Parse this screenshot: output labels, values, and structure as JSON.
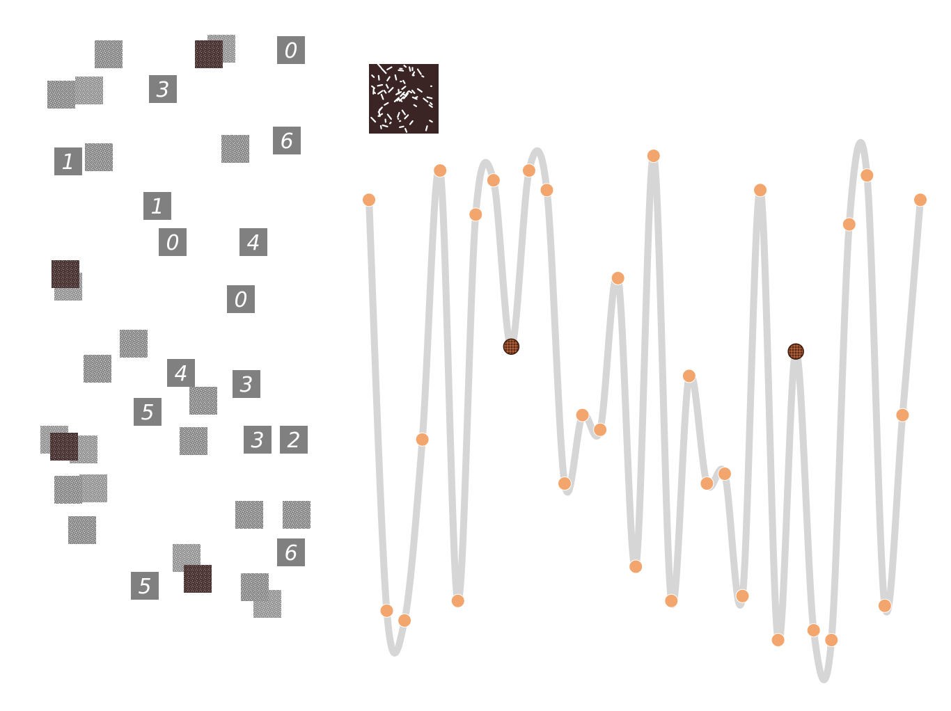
{
  "colors": {
    "background": "#ffffff",
    "tile_gray": "#808080",
    "tile_dark": "#4a3535",
    "preview_dark": "#3b2424",
    "curve": "#d6d6d6",
    "point": "#f2a66d",
    "point_stroke": "#ffffff",
    "selected_point": "#8a4a2a"
  },
  "thumbnails": [
    {
      "digit": "",
      "noisy": true,
      "dark": false
    },
    {
      "digit": "",
      "noisy": true,
      "dark": true
    },
    {
      "digit": "0",
      "noisy": false,
      "dark": false
    },
    {
      "digit": "",
      "noisy": true,
      "dark": false
    },
    {
      "digit": "3",
      "noisy": false,
      "dark": false
    },
    {
      "digit": "",
      "noisy": true,
      "dark": false
    },
    {
      "digit": "6",
      "noisy": false,
      "dark": false
    },
    {
      "digit": "1",
      "noisy": false,
      "dark": false
    },
    {
      "digit": "",
      "noisy": true,
      "dark": false
    },
    {
      "digit": "1",
      "noisy": false,
      "dark": false
    },
    {
      "digit": "0",
      "noisy": false,
      "dark": false
    },
    {
      "digit": "4",
      "noisy": false,
      "dark": false
    },
    {
      "digit": "",
      "noisy": true,
      "dark": true
    },
    {
      "digit": "0",
      "noisy": false,
      "dark": false
    },
    {
      "digit": "",
      "noisy": true,
      "dark": false
    },
    {
      "digit": "",
      "noisy": true,
      "dark": false
    },
    {
      "digit": "4",
      "noisy": false,
      "dark": false
    },
    {
      "digit": "3",
      "noisy": false,
      "dark": false
    },
    {
      "digit": "5",
      "noisy": false,
      "dark": false
    },
    {
      "digit": "",
      "noisy": true,
      "dark": false
    },
    {
      "digit": "",
      "noisy": true,
      "dark": true
    },
    {
      "digit": "",
      "noisy": true,
      "dark": false
    },
    {
      "digit": "3",
      "noisy": false,
      "dark": false
    },
    {
      "digit": "2",
      "noisy": false,
      "dark": false
    },
    {
      "digit": "",
      "noisy": true,
      "dark": false
    },
    {
      "digit": "",
      "noisy": true,
      "dark": false
    },
    {
      "digit": "",
      "noisy": true,
      "dark": false
    },
    {
      "digit": "6",
      "noisy": false,
      "dark": false
    },
    {
      "digit": "",
      "noisy": true,
      "dark": false
    },
    {
      "digit": "5",
      "noisy": false,
      "dark": false
    },
    {
      "digit": "",
      "noisy": true,
      "dark": true
    },
    {
      "digit": "",
      "noisy": true,
      "dark": false
    }
  ],
  "chart_data": {
    "type": "line",
    "title": "",
    "xlabel": "",
    "ylabel": "",
    "grid": false,
    "legend": "none",
    "smooth": true,
    "x": [
      0,
      1,
      2,
      3,
      4,
      5,
      6,
      7,
      8,
      9,
      10,
      11,
      12,
      13,
      14,
      15,
      16,
      17,
      18,
      19,
      20,
      21,
      22,
      23,
      24,
      25,
      26,
      27,
      28,
      29,
      30,
      31
    ],
    "values": [
      0.9,
      0.06,
      0.04,
      0.41,
      0.96,
      0.08,
      0.87,
      0.94,
      0.6,
      0.96,
      0.92,
      0.32,
      0.46,
      0.43,
      0.74,
      0.15,
      0.99,
      0.08,
      0.54,
      0.32,
      0.34,
      0.09,
      0.92,
      0.0,
      0.59,
      0.02,
      0.0,
      0.85,
      0.95,
      0.07,
      0.46,
      0.9
    ],
    "selected_indices": [
      8,
      24
    ],
    "ylim": [
      0,
      1
    ]
  }
}
